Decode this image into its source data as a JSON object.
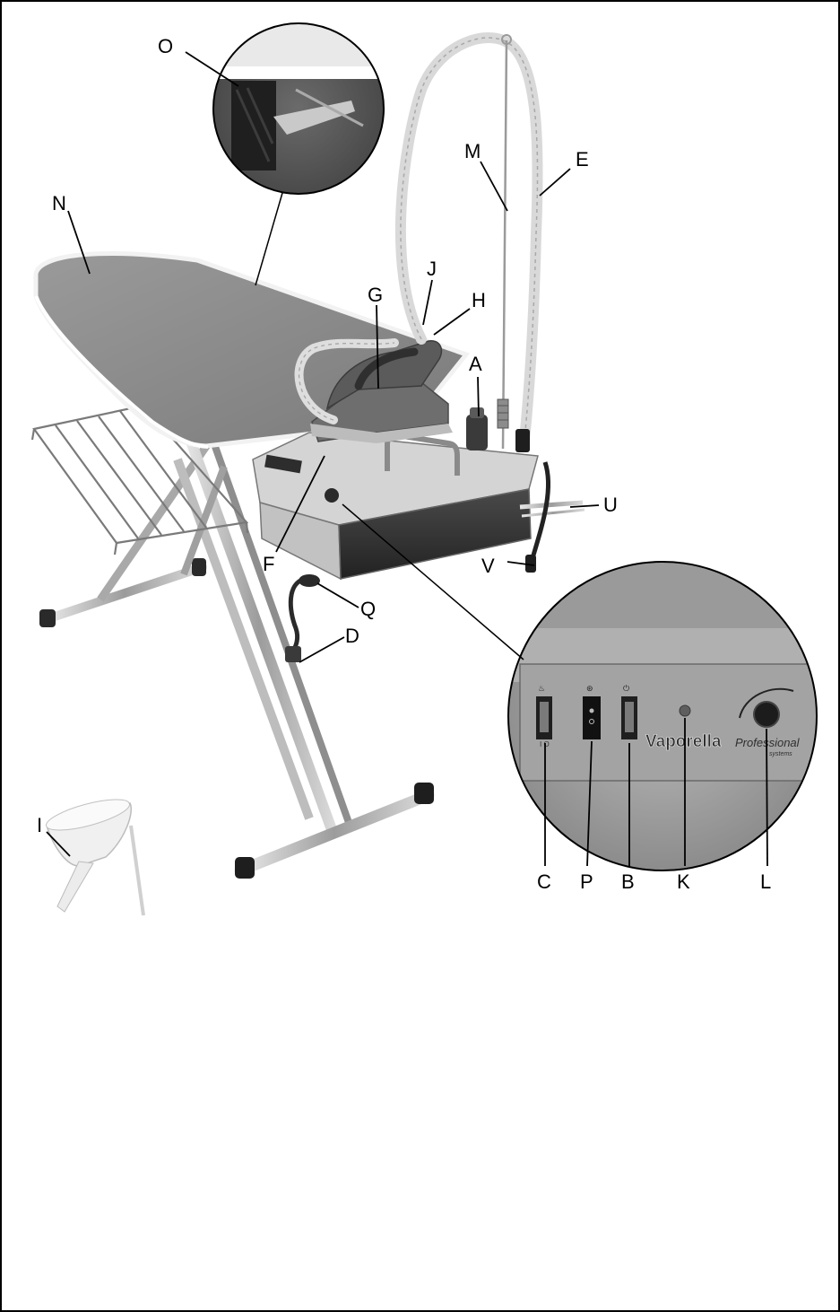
{
  "callouts": {
    "A": "A",
    "B": "B",
    "C": "C",
    "D": "D",
    "E": "E",
    "F": "F",
    "G": "G",
    "H": "H",
    "I": "I",
    "J": "J",
    "K": "K",
    "L": "L",
    "M": "M",
    "N": "N",
    "O": "O",
    "P": "P",
    "Q": "Q",
    "U": "U",
    "V": "V"
  },
  "panel": {
    "brand": "Vaporella",
    "tagline": "Professional",
    "tagline_sub": "systems",
    "switch_mark": "I O"
  },
  "colors": {
    "frame": "#000000",
    "board_cover": "#8a8a8a",
    "chrome": "#b8b8b8",
    "generator_body": "#333333",
    "hose": "#dcdcdc"
  }
}
